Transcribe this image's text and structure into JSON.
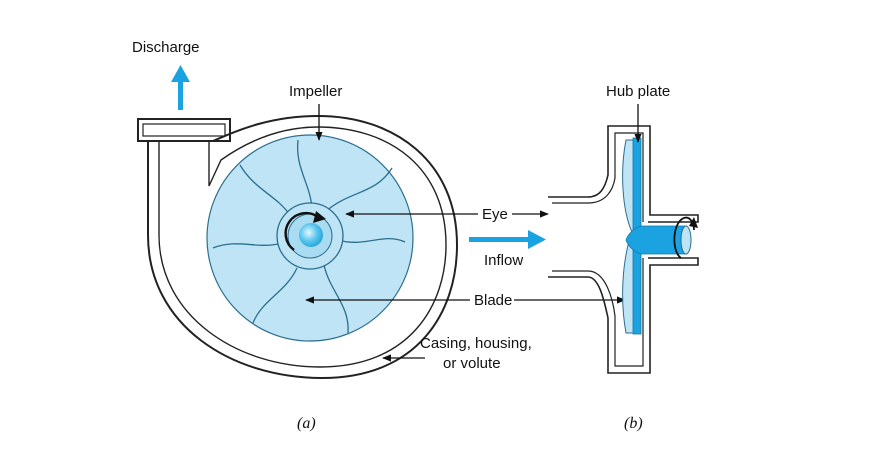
{
  "figure": {
    "labels": {
      "discharge": "Discharge",
      "impeller": "Impeller",
      "hub_plate": "Hub plate",
      "eye": "Eye",
      "inflow": "Inflow",
      "blade": "Blade",
      "casing_line1": "Casing, housing,",
      "casing_line2": "or volute"
    },
    "captions": {
      "a": "(a)",
      "b": "(b)"
    },
    "colors": {
      "impeller_fill": "#bfe4f5",
      "flow_arrow": "#1aa3e0",
      "casing_stroke": "#222222",
      "blade_stroke": "#2b6f8f"
    }
  }
}
